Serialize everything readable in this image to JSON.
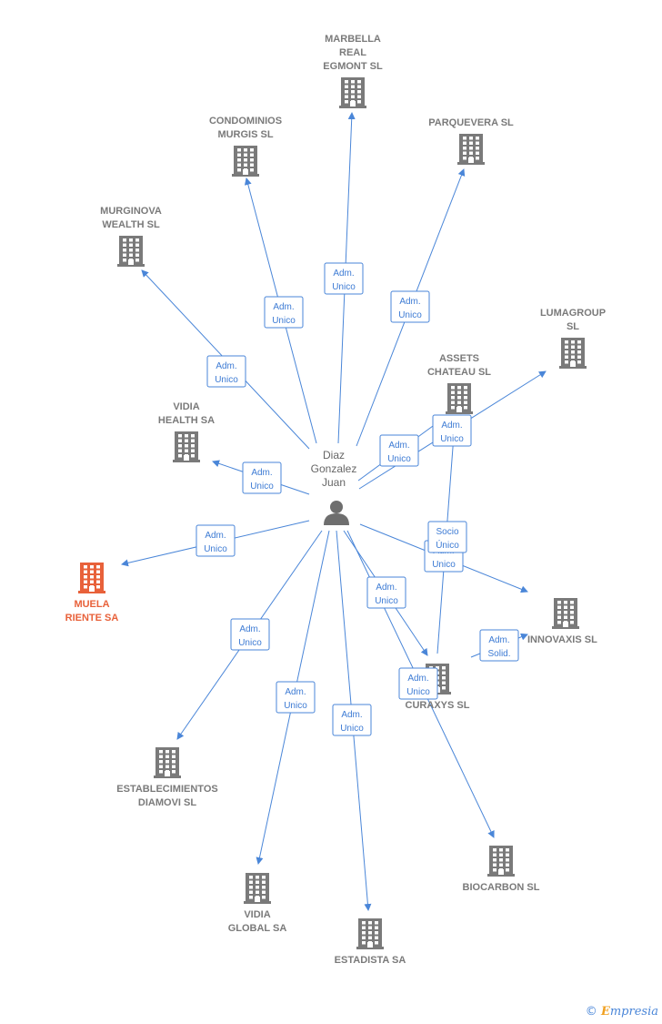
{
  "person": {
    "lines": [
      "Diaz",
      "Gonzalez",
      "Juan"
    ]
  },
  "companies": [
    {
      "id": "marbella",
      "lines": [
        "MARBELLA",
        "REAL",
        "EGMONT SL"
      ],
      "highlight": false
    },
    {
      "id": "condominios",
      "lines": [
        "CONDOMINIOS",
        "MURGIS SL"
      ],
      "highlight": false
    },
    {
      "id": "parquevera",
      "lines": [
        "PARQUEVERA SL"
      ],
      "highlight": false
    },
    {
      "id": "murginova",
      "lines": [
        "MURGINOVA",
        "WEALTH SL"
      ],
      "highlight": false
    },
    {
      "id": "lumagroup",
      "lines": [
        "LUMAGROUP",
        "SL"
      ],
      "highlight": false
    },
    {
      "id": "assets",
      "lines": [
        "ASSETS",
        "CHATEAU  SL"
      ],
      "highlight": false
    },
    {
      "id": "vidiahealth",
      "lines": [
        "VIDIA",
        "HEALTH SA"
      ],
      "highlight": false
    },
    {
      "id": "muela",
      "lines": [
        "MUELA",
        "RIENTE SA"
      ],
      "highlight": true
    },
    {
      "id": "innovaxis",
      "lines": [
        "INNOVAXIS SL"
      ],
      "highlight": false
    },
    {
      "id": "curaxys",
      "lines": [
        "CURAXYS SL"
      ],
      "highlight": false
    },
    {
      "id": "establecimientos",
      "lines": [
        "ESTABLECIMIENTOS",
        "DIAMOVI  SL"
      ],
      "highlight": false
    },
    {
      "id": "biocarbon",
      "lines": [
        "BIOCARBON SL"
      ],
      "highlight": false
    },
    {
      "id": "vidiaglobal",
      "lines": [
        "VIDIA",
        "GLOBAL SA"
      ],
      "highlight": false
    },
    {
      "id": "estadista",
      "lines": [
        "ESTADISTA SA"
      ],
      "highlight": false
    }
  ],
  "relations": [
    {
      "id": "marbella",
      "lines": [
        "Adm.",
        "Unico"
      ]
    },
    {
      "id": "condominios",
      "lines": [
        "Adm.",
        "Unico"
      ]
    },
    {
      "id": "parquevera",
      "lines": [
        "Adm.",
        "Unico"
      ]
    },
    {
      "id": "murginova",
      "lines": [
        "Adm.",
        "Unico"
      ]
    },
    {
      "id": "lumagroup",
      "lines": [
        "Adm.",
        "Unico"
      ]
    },
    {
      "id": "assets",
      "lines": [
        "Adm.",
        "Unico"
      ]
    },
    {
      "id": "vidiahealth",
      "lines": [
        "Adm.",
        "Unico"
      ]
    },
    {
      "id": "muela",
      "lines": [
        "Adm.",
        "Unico"
      ]
    },
    {
      "id": "innovaxis-adm",
      "lines": [
        "Adm.",
        "Unico"
      ]
    },
    {
      "id": "innovaxis-socio",
      "lines": [
        "Socio",
        "Único"
      ]
    },
    {
      "id": "curaxys-adm",
      "lines": [
        "Adm.",
        "Unico"
      ]
    },
    {
      "id": "curaxys-innovaxis",
      "lines": [
        "Adm.",
        "Solid."
      ]
    },
    {
      "id": "establecimientos",
      "lines": [
        "Adm.",
        "Unico"
      ]
    },
    {
      "id": "biocarbon",
      "lines": [
        "Adm.",
        "Unico"
      ]
    },
    {
      "id": "vidiaglobal",
      "lines": [
        "Adm.",
        "Unico"
      ]
    },
    {
      "id": "estadista",
      "lines": [
        "Adm.",
        "Unico"
      ]
    }
  ],
  "watermark": {
    "symbol": "©",
    "brand_initial": "E",
    "brand_rest": "mpresia"
  },
  "colors": {
    "edge": "#4a86d8",
    "building": "#7a7a7a",
    "highlight": "#e8613a"
  }
}
